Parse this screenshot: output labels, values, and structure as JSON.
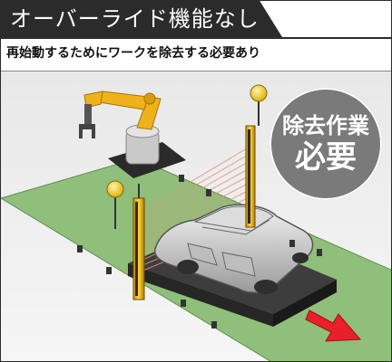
{
  "title": "オーバーライド機能なし",
  "subtitle": "再始動するためにワークを除去する必要あり",
  "badge": {
    "line1": "除去作業",
    "line2": "必要"
  },
  "colors": {
    "floor": "#8fbf7a",
    "robot": "#f0b21b",
    "beam": "#e8907a",
    "light": "#f5c400",
    "badge": "#7a7a7a",
    "arrow": "#e8202a",
    "header": "#2b2b2b"
  },
  "icons": [
    "robot-arm-icon",
    "warning-light-icon",
    "safety-light-curtain-icon",
    "car-workpiece-icon",
    "conveyor-direction-arrow-icon",
    "sensor-icon"
  ]
}
